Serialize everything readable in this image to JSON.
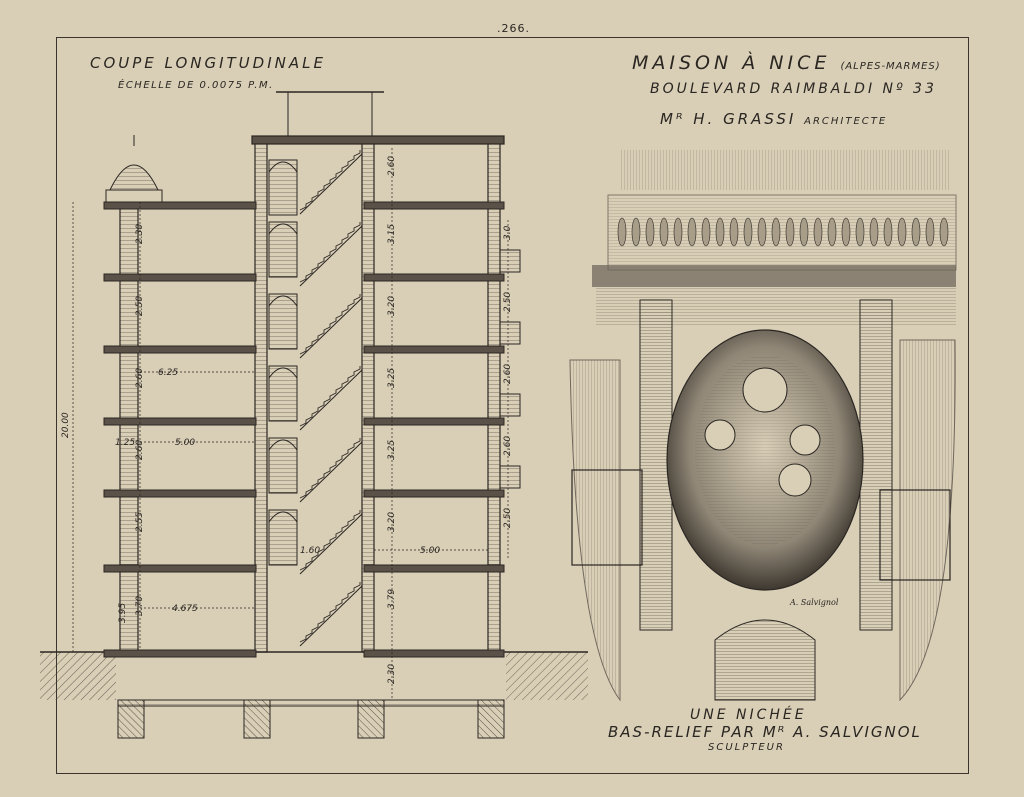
{
  "page": {
    "number": ".266."
  },
  "section": {
    "title": "COUPE LONGITUDINALE",
    "scale": "ÉCHELLE DE 0.0075 P.M.",
    "dimensions": {
      "total_height": "20.00",
      "floor_heights_left": [
        "2.30",
        "2.50",
        "2.60",
        "2.60",
        "2.55",
        "3.70"
      ],
      "floor_heights_right": [
        "2.60",
        "3.15",
        "3.20",
        "3.25",
        "3.25",
        "3.20",
        "3.79",
        "2.30"
      ],
      "balcony_heights": [
        "3.0",
        "2.50",
        "2.60",
        "2.60",
        "2.50"
      ],
      "widths": [
        "6.25",
        "1.25",
        "5.00",
        "1.60",
        "5.00",
        "4.675"
      ],
      "base_height": "3.95"
    }
  },
  "header": {
    "title": "MAISON À NICE",
    "region": "(ALPES-MARMES)",
    "address": "BOULEVARD RAIMBALDI Nº 33",
    "architect_name": "Mᴿ H. GRASSI",
    "architect_role": "ARCHITECTE"
  },
  "sculpture": {
    "caption": "UNE NICHÉE",
    "subtitle": "BAS-RELIEF PAR Mᴿ A. SALVIGNOL",
    "role": "SCULPTEUR",
    "signature": "A. Salvignol"
  }
}
